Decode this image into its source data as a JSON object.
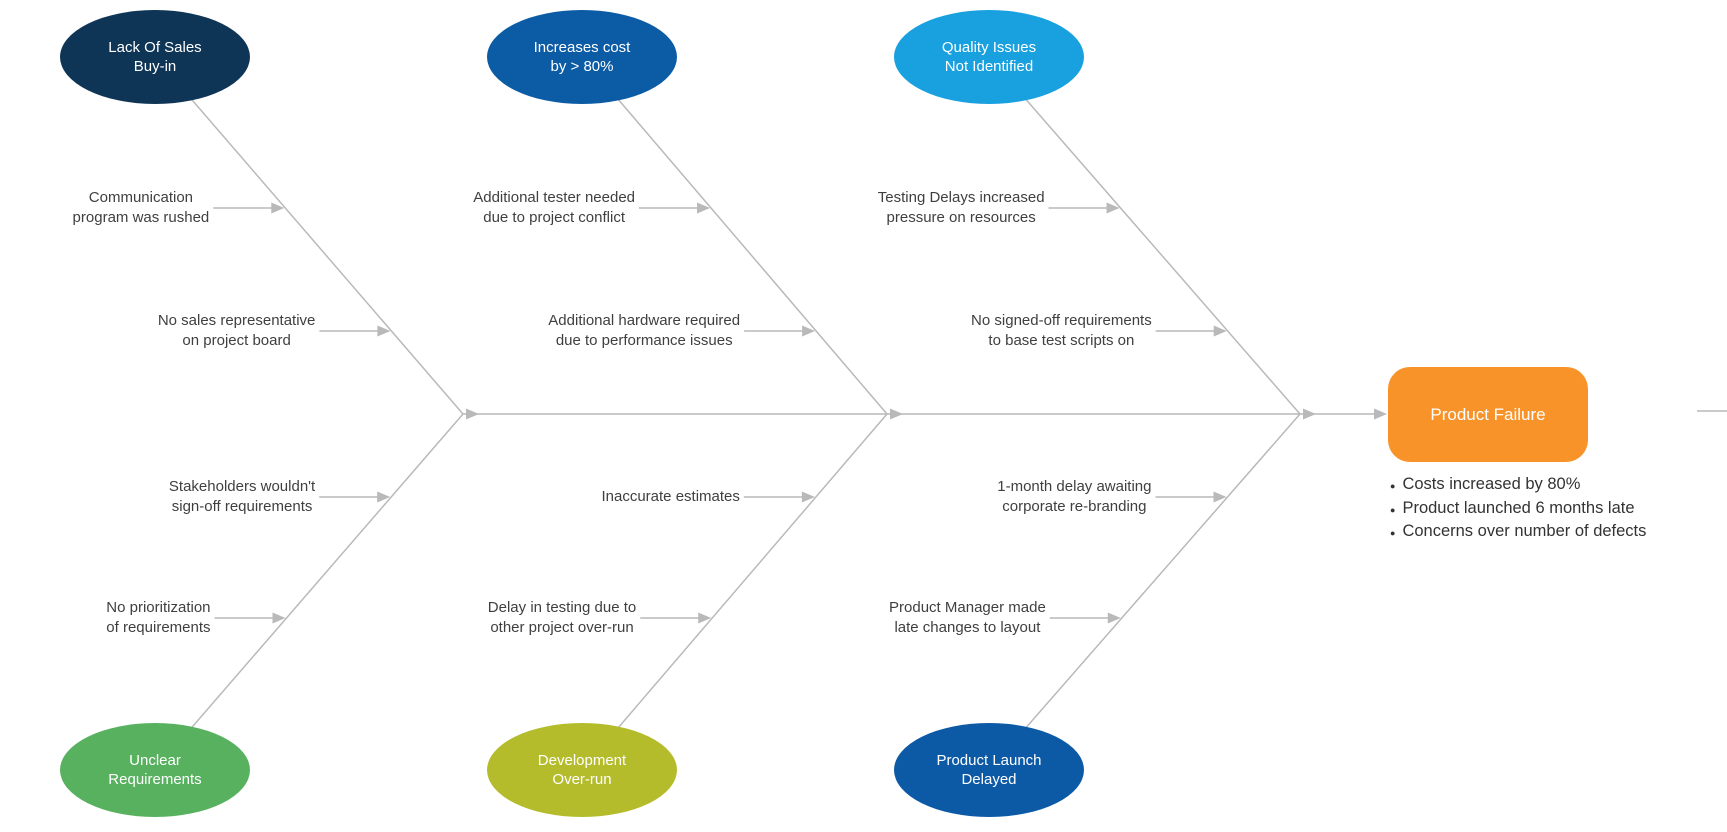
{
  "diagram": {
    "type": "fishbone",
    "line_color": "#B9B9B9",
    "text_color": "#3F3F3F",
    "effect": {
      "label": "Product Failure",
      "color": "#F79329",
      "outcomes": [
        "Costs increased by 80%",
        "Product launched 6 months late",
        "Concerns over number of defects"
      ]
    },
    "categories": [
      {
        "id": "lack-of-sales-buy-in",
        "label_lines": [
          "Lack Of Sales",
          "Buy-in"
        ],
        "color": "#0E3456",
        "column": 1,
        "side": "top",
        "causes": [
          [
            "Communication",
            "program was rushed"
          ],
          [
            "No sales representative",
            "on project board"
          ]
        ]
      },
      {
        "id": "increases-cost",
        "label_lines": [
          "Increases cost",
          "by > 80%"
        ],
        "color": "#0B5BA5",
        "column": 2,
        "side": "top",
        "causes": [
          [
            "Additional tester needed",
            "due to project conflict"
          ],
          [
            "Additional hardware required",
            "due to performance issues"
          ]
        ]
      },
      {
        "id": "quality-issues-not-identified",
        "label_lines": [
          "Quality Issues",
          "Not Identified"
        ],
        "color": "#18A0DF",
        "column": 3,
        "side": "top",
        "causes": [
          [
            "Testing Delays increased",
            "pressure on resources"
          ],
          [
            "No signed-off requirements",
            "to base test scripts on"
          ]
        ]
      },
      {
        "id": "unclear-requirements",
        "label_lines": [
          "Unclear",
          "Requirements"
        ],
        "color": "#57B15F",
        "column": 1,
        "side": "bottom",
        "causes": [
          [
            "Stakeholders wouldn't",
            "sign-off requirements"
          ],
          [
            "No prioritization",
            "of requirements"
          ]
        ]
      },
      {
        "id": "development-over-run",
        "label_lines": [
          "Development",
          "Over-run"
        ],
        "color": "#B4BC2B",
        "column": 2,
        "side": "bottom",
        "causes": [
          [
            "Inaccurate estimates"
          ],
          [
            "Delay in testing due to",
            "other project over-run"
          ]
        ]
      },
      {
        "id": "product-launch-delayed",
        "label_lines": [
          "Product Launch",
          "Delayed"
        ],
        "color": "#0C5AA6",
        "column": 3,
        "side": "bottom",
        "causes": [
          [
            "1-month delay awaiting",
            "corporate re-branding"
          ],
          [
            "Product Manager made",
            "late changes to layout"
          ]
        ]
      }
    ]
  }
}
